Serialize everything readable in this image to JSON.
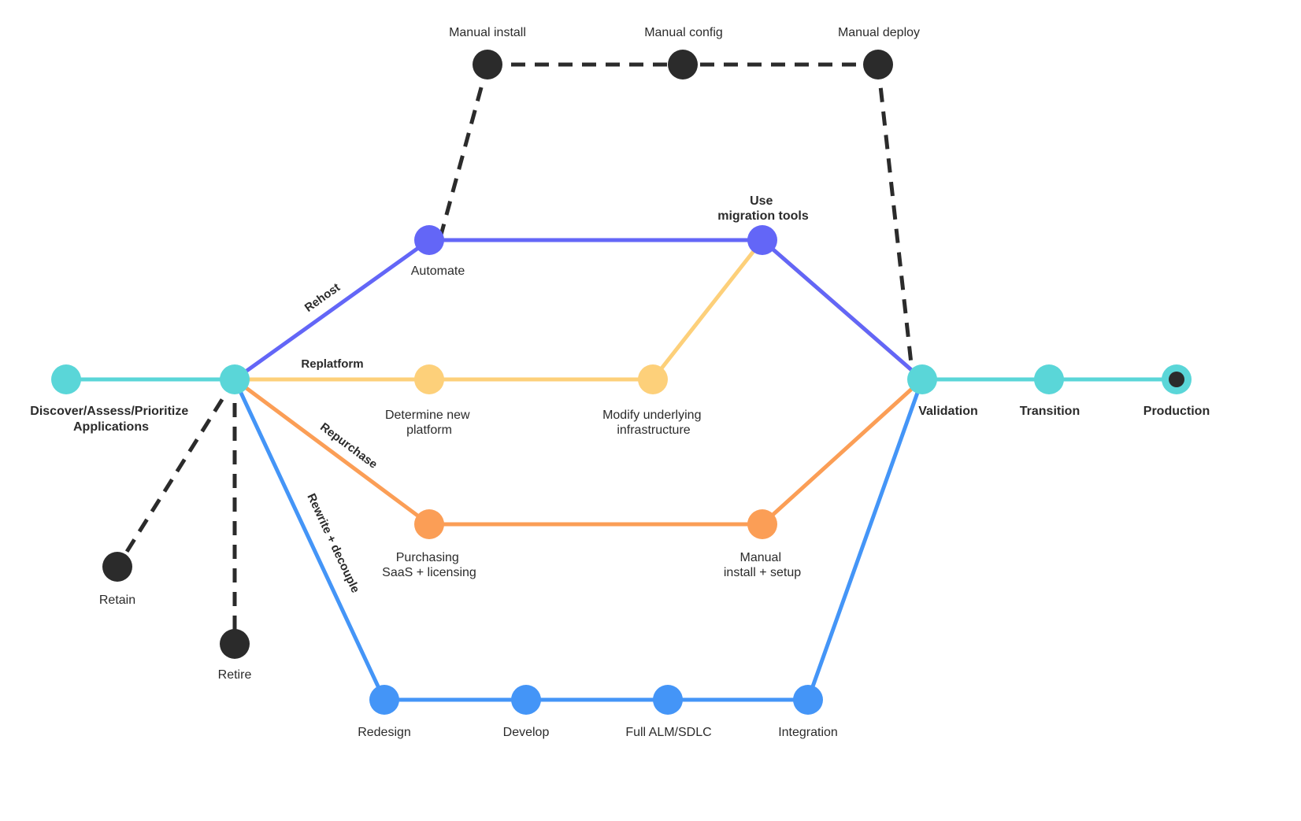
{
  "colors": {
    "main_teal": "#5ad6d8",
    "rehost_purple": "#6366f7",
    "replatform_yellow": "#fdd07a",
    "repurchase_orange": "#fb9e56",
    "rewrite_blue": "#4495f7",
    "manual_dark": "#2b2b2b"
  },
  "routes": {
    "rehost": "Rehost",
    "replatform": "Replatform",
    "repurchase": "Repurchase",
    "rewrite": "Rewrite + decouple"
  },
  "nodes": {
    "discover": [
      "Discover/Assess/Prioritize",
      "Applications"
    ],
    "automate": "Automate",
    "migration_tools": [
      "Use",
      "migration tools"
    ],
    "manual_install": "Manual install",
    "manual_config": "Manual config",
    "manual_deploy": "Manual deploy",
    "determine_platform": [
      "Determine new",
      "platform"
    ],
    "modify_infra": [
      "Modify underlying",
      "infrastructure"
    ],
    "purchasing": [
      "Purchasing",
      "SaaS + licensing"
    ],
    "manual_setup": [
      "Manual",
      "install + setup"
    ],
    "redesign": "Redesign",
    "develop": "Develop",
    "alm": "Full ALM/SDLC",
    "integration": "Integration",
    "retain": "Retain",
    "retire": "Retire",
    "validation": "Validation",
    "transition": "Transition",
    "production": "Production"
  }
}
